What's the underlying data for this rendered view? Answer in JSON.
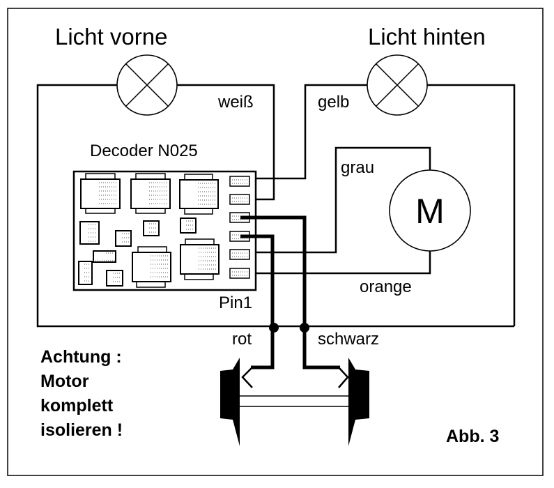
{
  "diagram": {
    "figure_label": "Abb. 3",
    "lamps": [
      {
        "name": "front-light",
        "label": "Licht vorne",
        "wire_label": "weiß"
      },
      {
        "name": "rear-light",
        "label": "Licht hinten",
        "wire_label": "gelb"
      }
    ],
    "decoder": {
      "label": "Decoder N025",
      "pin_label": "Pin1",
      "pin_count": 6
    },
    "motor": {
      "symbol": "M",
      "wire_labels": {
        "top": "grau",
        "bottom": "orange"
      }
    },
    "track_wires": {
      "left": "rot",
      "right": "schwarz"
    },
    "warning": {
      "lines": [
        "Achtung :",
        "Motor",
        "komplett",
        "isolieren !"
      ]
    }
  }
}
